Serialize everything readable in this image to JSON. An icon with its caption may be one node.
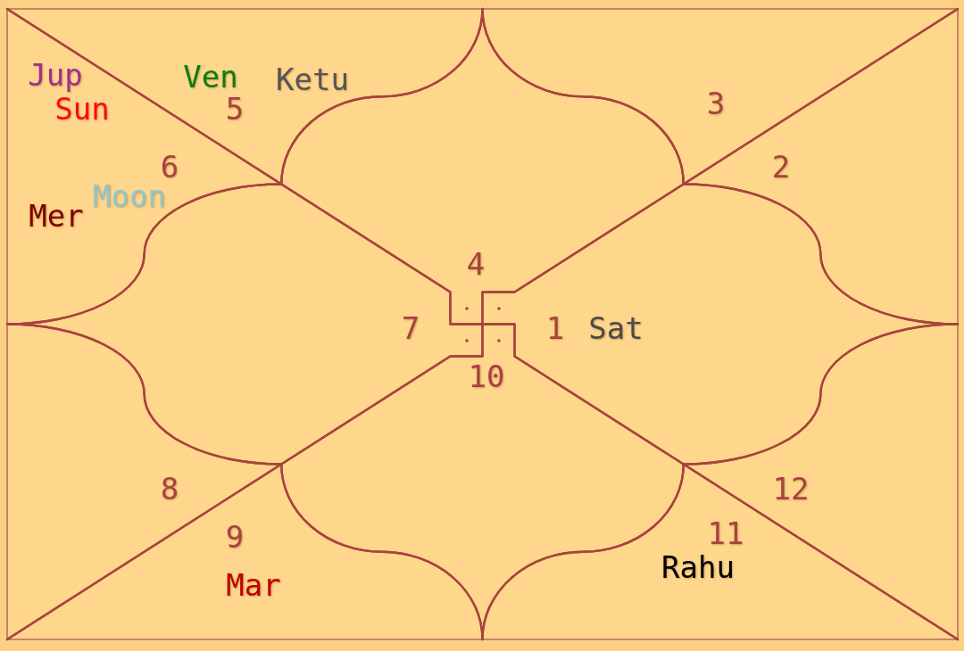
{
  "diagram": {
    "nodes": [
      {
        "text": [
          "1",
          "Sat"
        ]
      },
      {
        "text": [
          "2"
        ]
      },
      {
        "text": [
          "3"
        ]
      },
      {
        "text": [
          "4"
        ]
      },
      {
        "text": [
          "Ven",
          "Ketu",
          "5"
        ]
      },
      {
        "text": [
          "Jup",
          "Sun",
          "6",
          "Moon",
          "Mer"
        ]
      },
      {
        "text": [
          "7"
        ]
      },
      {
        "text": [
          "8"
        ]
      },
      {
        "text": [
          "9",
          "Mar"
        ]
      },
      {
        "text": [
          "10"
        ]
      },
      {
        "text": [
          "11",
          "Rahu"
        ]
      },
      {
        "text": [
          "12"
        ]
      }
    ]
  }
}
